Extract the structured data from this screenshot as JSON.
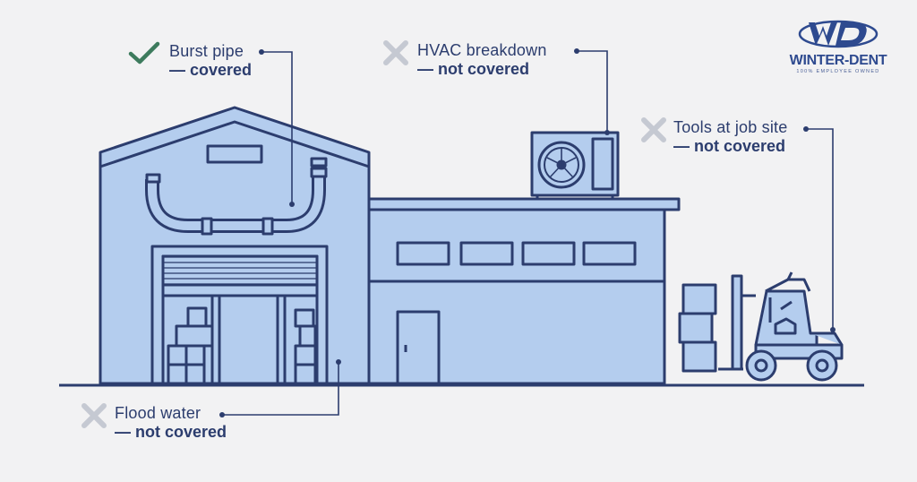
{
  "brand": {
    "name": "WINTER-DENT",
    "tagline": "100% EMPLOYEE OWNED",
    "logo_letters": "WD"
  },
  "colors": {
    "background": "#f2f2f3",
    "building_fill": "#b4cdee",
    "outline": "#2c3d6e",
    "covered_check": "#3d7b5d",
    "not_covered_x": "#c5c9d2",
    "brand_blue": "#2e4a8f"
  },
  "callouts": [
    {
      "id": "burst-pipe",
      "label": "Burst pipe",
      "status": "— covered",
      "icon": "check-icon"
    },
    {
      "id": "hvac",
      "label": "HVAC breakdown",
      "status": "— not covered",
      "icon": "x-icon"
    },
    {
      "id": "tools",
      "label": "Tools at job site",
      "status": "— not covered",
      "icon": "x-icon"
    },
    {
      "id": "flood",
      "label": "Flood water",
      "status": "— not covered",
      "icon": "x-icon"
    }
  ]
}
